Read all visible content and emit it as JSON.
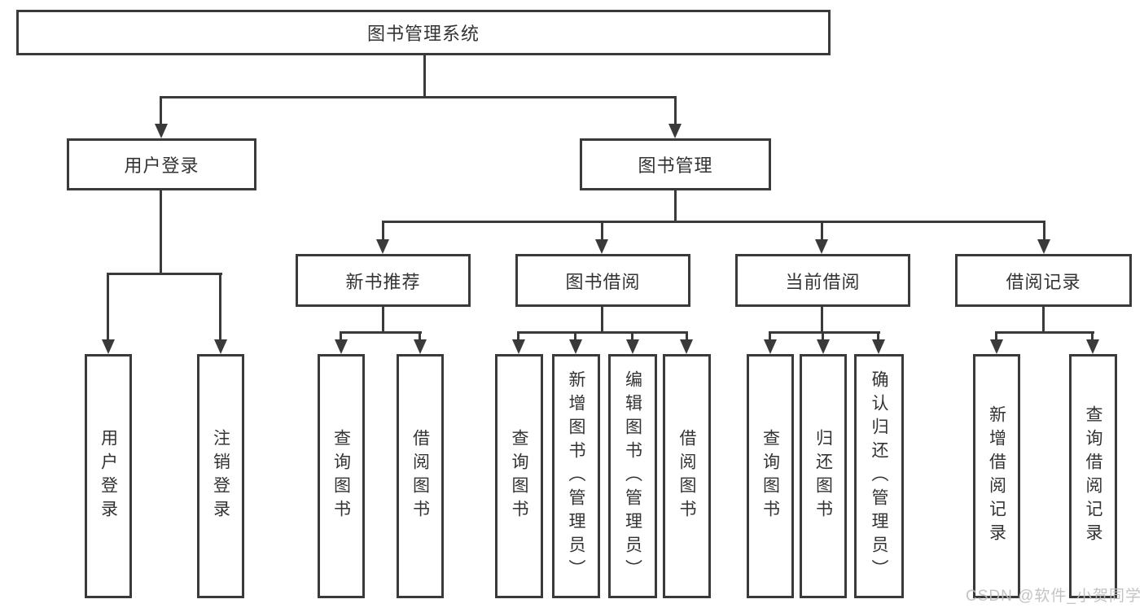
{
  "diagram": {
    "title": "图书管理系统",
    "branches": [
      {
        "label": "用户登录",
        "children": [
          {
            "label": "用户登录"
          },
          {
            "label": "注销登录"
          }
        ]
      },
      {
        "label": "图书管理",
        "children": [
          {
            "label": "新书推荐",
            "children": [
              {
                "label": "查询图书"
              },
              {
                "label": "借阅图书"
              }
            ]
          },
          {
            "label": "图书借阅",
            "children": [
              {
                "label": "查询图书"
              },
              {
                "label": "新增图书（管理员）"
              },
              {
                "label": "编辑图书（管理员）"
              },
              {
                "label": "借阅图书"
              }
            ]
          },
          {
            "label": "当前借阅",
            "children": [
              {
                "label": "查询图书"
              },
              {
                "label": "归还图书"
              },
              {
                "label": "确认归还（管理员）"
              }
            ]
          },
          {
            "label": "借阅记录",
            "children": [
              {
                "label": "新增借阅记录"
              },
              {
                "label": "查询借阅记录"
              }
            ]
          }
        ]
      }
    ],
    "colors": {
      "line": "#3a3a3a",
      "text": "#333333",
      "background": "#ffffff",
      "watermark": "#bebebe"
    }
  },
  "watermark": "CSDN @软件_小贺同学"
}
